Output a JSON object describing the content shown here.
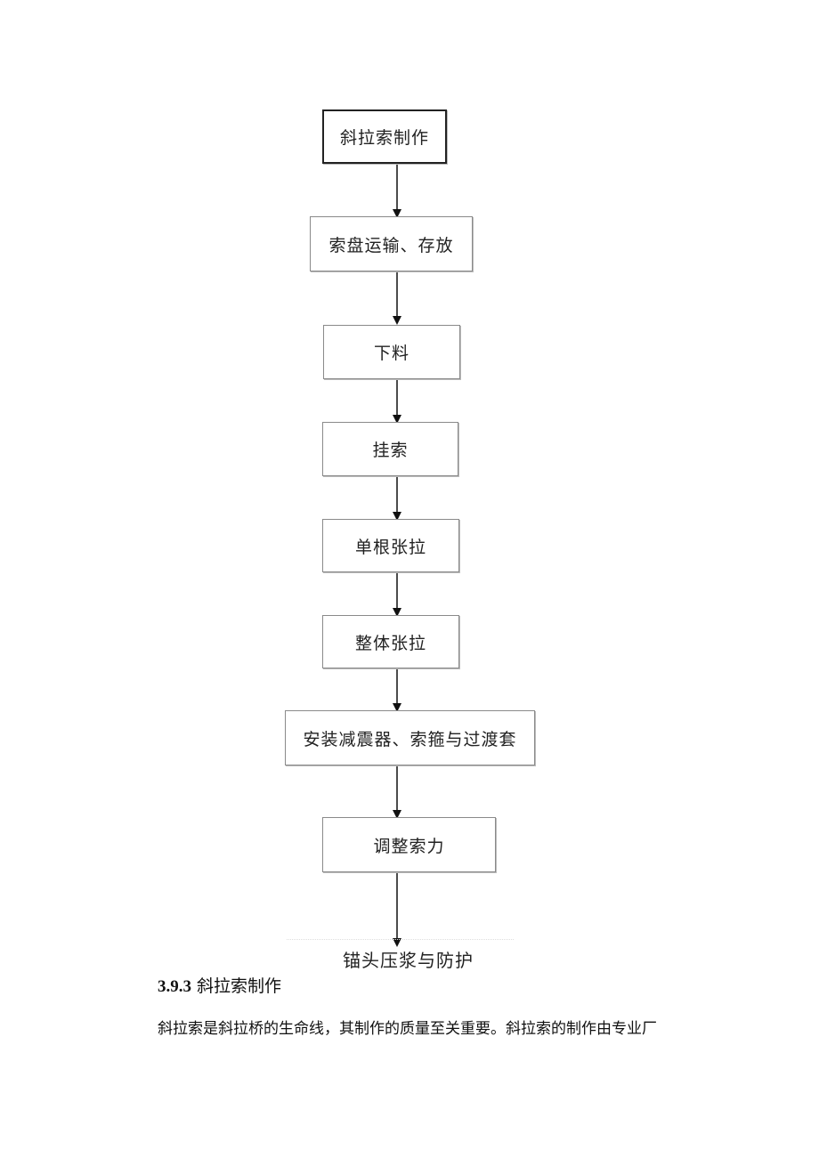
{
  "flowchart": {
    "steps": [
      "斜拉索制作",
      "索盘运输、存放",
      "下料",
      "挂索",
      "单根张拉",
      "整体张拉",
      "安装减震器、索箍与过渡套",
      "调整索力"
    ],
    "final_step": "锚头压浆与防护"
  },
  "section": {
    "number": "3.9.3",
    "title": "斜拉索制作"
  },
  "paragraph": "斜拉索是斜拉桥的生命线，其制作的质量至关重要。斜拉索的制作由专业厂"
}
